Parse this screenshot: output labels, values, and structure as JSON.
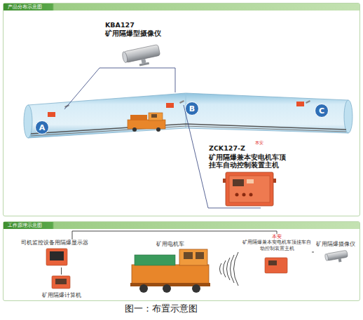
{
  "diagram": {
    "caption": "图一：布置示意图",
    "nodes": [
      {
        "text": [
          "产品分布示意图"
        ]
      },
      {
        "text": [
          "KBA127",
          "矿用隔爆型摄像仪"
        ],
        "in": 0
      },
      {
        "text": [
          "A"
        ],
        "in": 0
      },
      {
        "text": [
          "B"
        ],
        "in": 0
      },
      {
        "text": [
          "C"
        ],
        "in": 0
      },
      {
        "text": [
          "ZCK127-Z",
          "本安",
          "矿用隔爆兼本安电机车顶挂车自动控制装置主机"
        ],
        "in": 0
      },
      {
        "text": [
          "工作原理示意图"
        ]
      },
      {
        "text": [
          "司机监控设备用隔爆显示器"
        ],
        "in": 6
      },
      {
        "text": [
          "矿用电机车"
        ],
        "in": 6
      },
      {
        "text": [
          "本安",
          "矿用隔爆兼本安电机车顶挂车自动控制装置主机"
        ],
        "in": 6
      },
      {
        "text": [
          "矿用隔爆摄像仪"
        ],
        "in": 6
      },
      {
        "text": [
          "矿用隔爆计算机"
        ],
        "in": 6
      }
    ],
    "edges": [
      {
        "from": 7,
        "to": 11,
        "arrow": "none"
      },
      {
        "from": 7,
        "to": 9,
        "arrow": "none"
      },
      {
        "from": 9,
        "to": 10,
        "arrow": "none"
      }
    ]
  }
}
